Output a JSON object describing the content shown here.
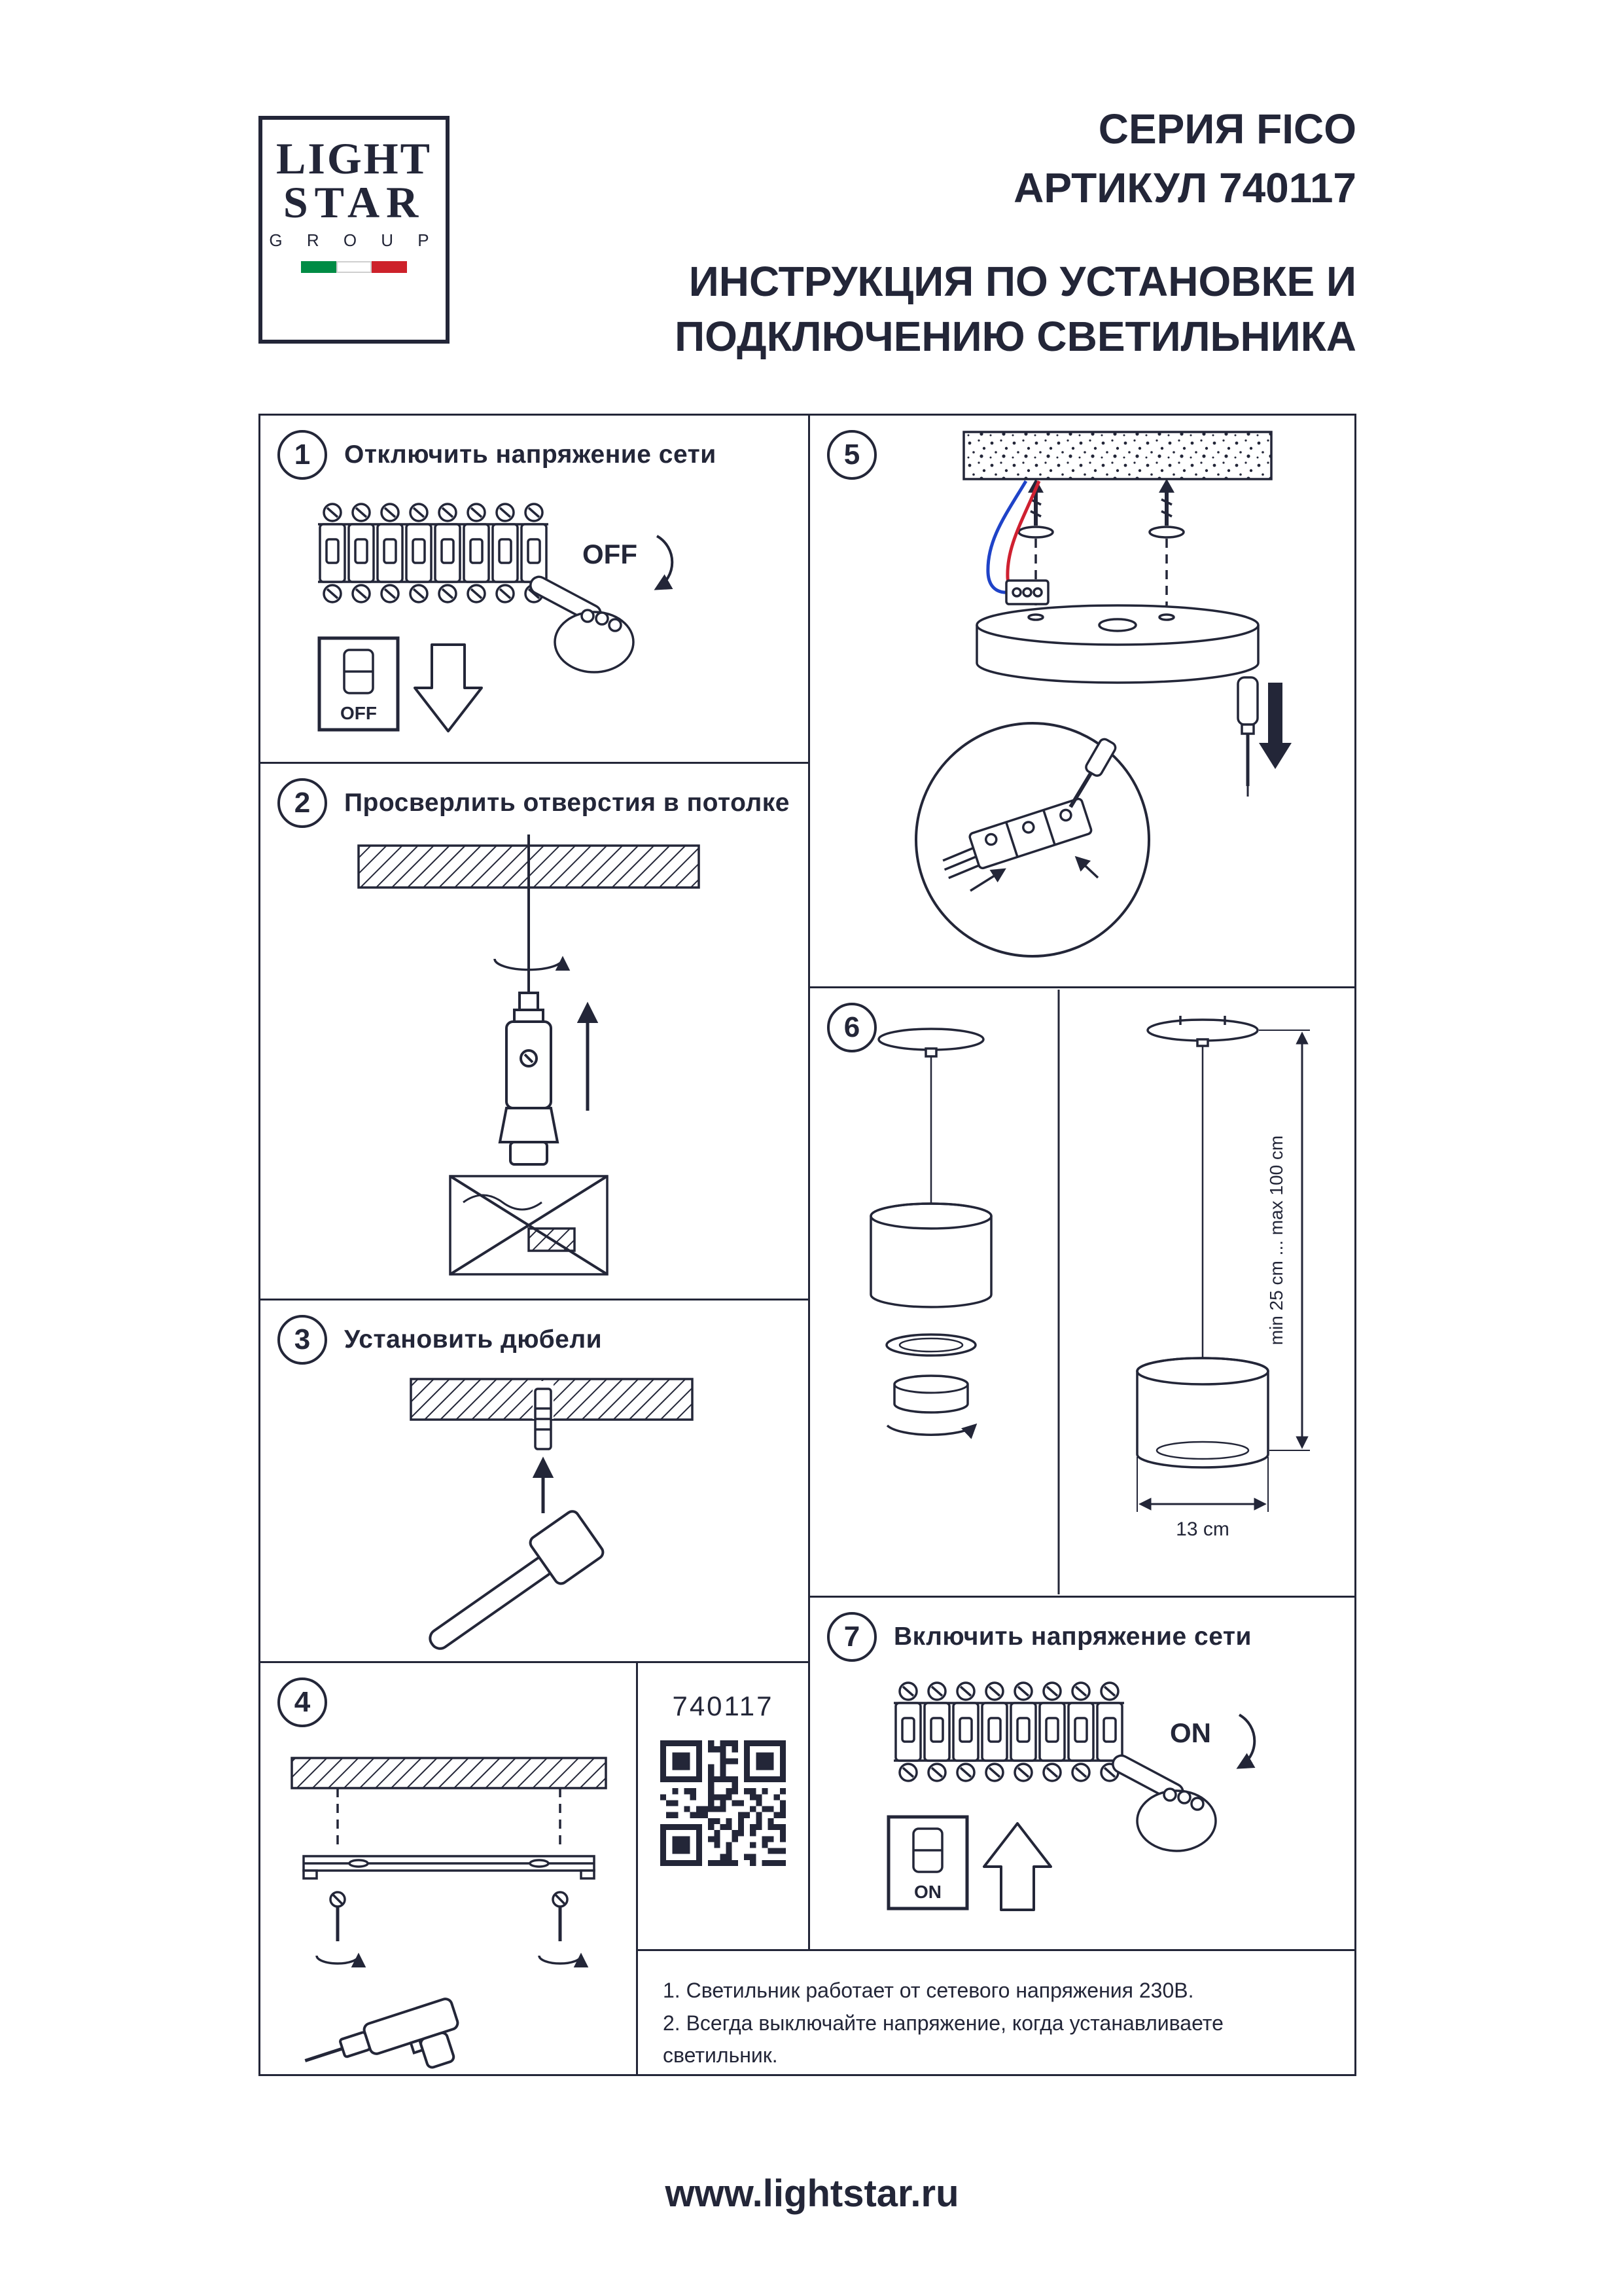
{
  "logo": {
    "line1": "LIGHT",
    "line2": "STAR",
    "line3": "G R O U P",
    "flag_green": "#008C45",
    "flag_white": "#FFFFFF",
    "flag_red": "#CD212A"
  },
  "header": {
    "series": "СЕРИЯ FICO",
    "article": "АРТИКУЛ 740117",
    "title_line1": "ИНСТРУКЦИЯ ПО УСТАНОВКЕ И",
    "title_line2": "ПОДКЛЮЧЕНИЮ СВЕТИЛЬНИКА"
  },
  "steps": [
    {
      "number": "1",
      "label": "Отключить напряжение сети"
    },
    {
      "number": "2",
      "label": "Просверлить отверстия в потолке"
    },
    {
      "number": "3",
      "label": "Установить дюбели"
    },
    {
      "number": "4",
      "label": ""
    },
    {
      "number": "5",
      "label": ""
    },
    {
      "number": "6",
      "label": ""
    },
    {
      "number": "7",
      "label": "Включить напряжение сети"
    }
  ],
  "labels": {
    "off": "OFF",
    "on": "ON",
    "article_number": "740117",
    "dim_vertical": "min 25 cm ... max 100 cm",
    "dim_horizontal": "13 cm"
  },
  "notes": [
    "1. Светильник работает от сетевого напряжения 230В.",
    "2. Всегда выключайте напряжение, когда устанавливаете светильник."
  ],
  "footer": {
    "website": "www.lightstar.ru"
  },
  "colors": {
    "ink": "#232638",
    "wire_red": "#cf2030",
    "wire_blue": "#1f43c8"
  }
}
